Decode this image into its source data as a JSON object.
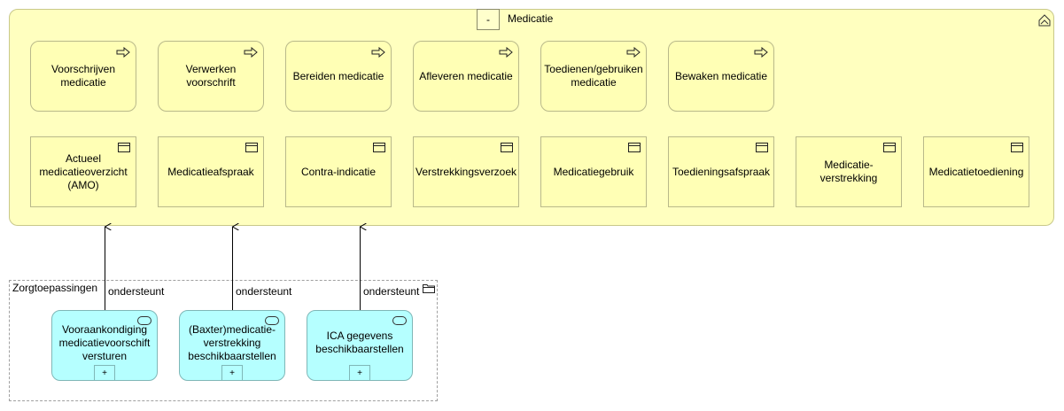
{
  "medicatie": {
    "collapse": "-",
    "title": "Medicatie",
    "processes": [
      "Voorschrijven medicatie",
      "Verwerken voorschrift",
      "Bereiden medicatie",
      "Afleveren medicatie",
      "Toedienen/gebruiken medicatie",
      "Bewaken medicatie"
    ],
    "objects": [
      "Actueel medicatieoverzicht (AMO)",
      "Medicatieafspraak",
      "Contra-indicatie",
      "Verstrekkingsverzoek",
      "Medicatiegebruik",
      "Toedieningsafspraak",
      "Medicatie-verstrekking",
      "Medicatietoediening"
    ]
  },
  "zorg": {
    "title": "Zorgtoepassingen",
    "services": [
      {
        "label": "Vooraankondiging medicatievoorschift versturen",
        "expand": "+"
      },
      {
        "label": "(Baxter)medicatie-verstrekking beschikbaarstellen",
        "expand": "+"
      },
      {
        "label": "ICA gegevens beschikbaarstellen",
        "expand": "+"
      }
    ]
  },
  "relations": [
    "ondersteunt",
    "ondersteunt",
    "ondersteunt"
  ],
  "colors": {
    "group_fill": "#ffffbf",
    "element_fill": "#ffffb5",
    "service_fill": "#b5ffff"
  },
  "icons": {
    "process": "arrow-right-icon",
    "object": "window-icon",
    "service": "service-pill-icon",
    "group": "folder-icon",
    "collapse": "chevron-up-icon"
  }
}
